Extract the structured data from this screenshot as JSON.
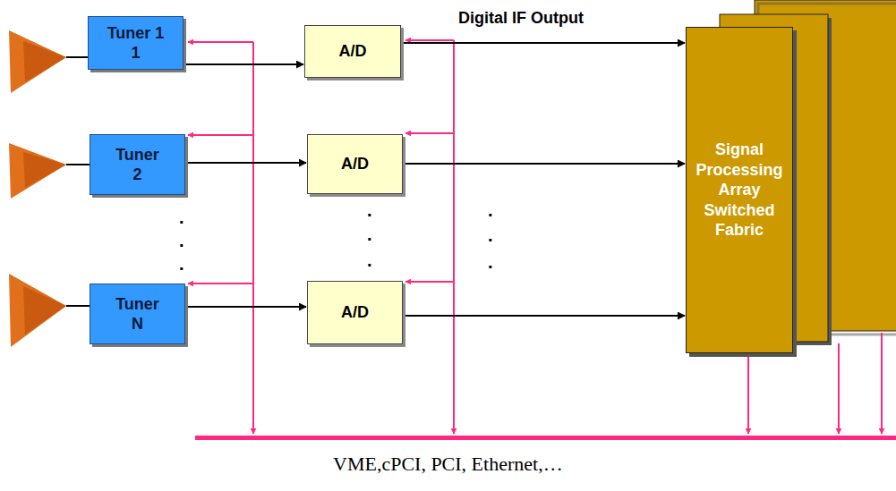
{
  "diagram": {
    "nodes": [
      {
        "text": [
          "Tuner 1 1"
        ]
      },
      {
        "text": [
          "Tuner 2"
        ]
      },
      {
        "text": [
          "Tuner N"
        ]
      },
      {
        "text": [
          "A/D"
        ]
      },
      {
        "text": [
          "A/D"
        ]
      },
      {
        "text": [
          "A/D"
        ]
      },
      {
        "text": [
          "Signal Processing Array Switched Fabric"
        ]
      }
    ],
    "edges": [
      {
        "from": 0,
        "to": 3,
        "arrow": "to"
      },
      {
        "from": 1,
        "to": 4,
        "arrow": "to"
      },
      {
        "from": 2,
        "to": 5,
        "arrow": "to"
      },
      {
        "from": 3,
        "to": 6,
        "arrow": "to"
      },
      {
        "from": 4,
        "to": 6,
        "arrow": "to"
      },
      {
        "from": 5,
        "to": 6,
        "arrow": "to"
      }
    ],
    "labels": [
      "Digital IF Output",
      ".",
      ".",
      ".",
      ".",
      ".",
      ".",
      ".",
      ".",
      ".",
      "VME,cPCI, PCI, Ethernet,…"
    ]
  }
}
